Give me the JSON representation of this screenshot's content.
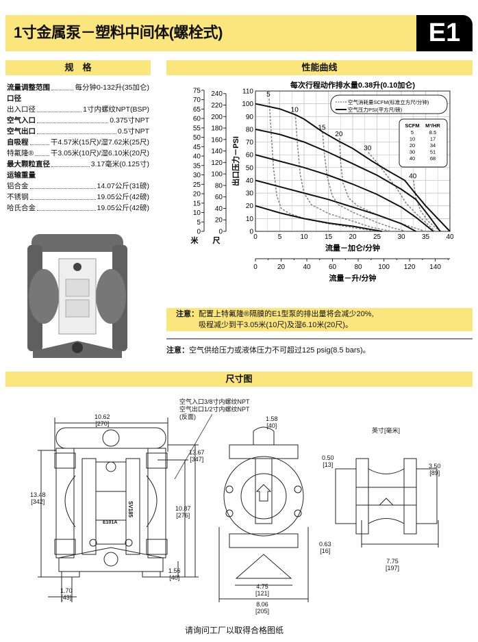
{
  "header": {
    "title": "1寸金属泵－塑料中间体(螺栓式)",
    "badge": "E1"
  },
  "specs": {
    "heading": "规　格",
    "rows": [
      {
        "label": "流量调整范围",
        "value": "每分钟0-132升(35加仑)",
        "bold": true
      },
      {
        "label": "口径",
        "value": "",
        "bold": true,
        "group": true
      },
      {
        "label": "出入口径",
        "value": "1寸内螺纹NPT(BSP)",
        "bold": false
      },
      {
        "label": "空气入口",
        "value": "0.375寸NPT",
        "bold": true
      },
      {
        "label": "空气出口",
        "value": "0.5寸NPT",
        "bold": true
      },
      {
        "label": "自吸程",
        "value": "干4.57米(15尺)/湿7.62米(25尺)",
        "bold": true
      },
      {
        "label": "特氟隆®",
        "value": "干3.05米(10尺)/湿6.10米(20尺)",
        "bold": false
      },
      {
        "label": "最大颗粒直径",
        "value": "3.17毫米(0.125寸)",
        "bold": true
      },
      {
        "label": "运输重量",
        "value": "",
        "bold": true,
        "group": true
      },
      {
        "label": "铝合金",
        "value": "14.07公斤(31磅)",
        "bold": false
      },
      {
        "label": "不锈钢",
        "value": "19.05公斤(42磅)",
        "bold": false
      },
      {
        "label": "哈氏合金",
        "value": "19.05公斤(42磅)",
        "bold": false
      }
    ]
  },
  "performance": {
    "heading": "性能曲线"
  },
  "chart_data": {
    "type": "line",
    "title": "每次行程动作排水量0.38升(0.10加仑)",
    "xlabel": "流量－加仑/分钟",
    "ylabel": "出口压力－PSI",
    "xlim": [
      0,
      40
    ],
    "ylim": [
      0,
      110
    ],
    "xticks": [
      0,
      5,
      10,
      15,
      20,
      25,
      30,
      35,
      40
    ],
    "yticks": [
      0,
      10,
      20,
      30,
      40,
      50,
      60,
      70,
      80,
      90,
      100,
      110
    ],
    "secondary_x": {
      "label": "流量－升/分钟",
      "ticks": [
        0,
        20,
        40,
        60,
        80,
        100,
        120,
        140
      ],
      "lim": [
        0,
        151.4
      ]
    },
    "secondary_y": [
      {
        "unit": "米",
        "ticks": [
          0,
          5,
          10,
          15,
          20,
          25,
          30,
          35,
          40,
          45,
          50,
          55,
          60,
          65,
          70,
          75
        ],
        "lim": [
          0,
          77.5
        ]
      },
      {
        "unit": "尺",
        "ticks": [
          0,
          20,
          40,
          60,
          80,
          100,
          120,
          140,
          160,
          180,
          200,
          220,
          240
        ],
        "lim": [
          0,
          254
        ]
      }
    ],
    "grid": true,
    "legend": {
      "position": "top-right",
      "entries": [
        {
          "label": "空气消耗量SCFM(标准立方尺/分钟)",
          "style": "dashed"
        },
        {
          "label": "空气压力PSI(平方尺/磅)",
          "style": "solid"
        }
      ]
    },
    "conversion_table": {
      "headers": [
        "SCFM",
        "M³/HR"
      ],
      "rows": [
        [
          "5",
          "8.5"
        ],
        [
          "10",
          "17"
        ],
        [
          "20",
          "34"
        ],
        [
          "30",
          "51"
        ],
        [
          "40",
          "68"
        ]
      ]
    },
    "pressure_series": [
      {
        "name": "100 psi",
        "points": [
          [
            0,
            100
          ],
          [
            5,
            96
          ],
          [
            8.2,
            91.5
          ],
          [
            10,
            88
          ],
          [
            13.8,
            78
          ],
          [
            17,
            71
          ],
          [
            20,
            65
          ],
          [
            24,
            55
          ],
          [
            27,
            48
          ],
          [
            30.7,
            40
          ],
          [
            32.6,
            31
          ],
          [
            35,
            20
          ],
          [
            37.5,
            10
          ],
          [
            40,
            0
          ]
        ]
      },
      {
        "name": "80 psi",
        "points": [
          [
            0,
            80
          ],
          [
            5,
            76
          ],
          [
            10,
            70
          ],
          [
            15,
            62
          ],
          [
            20,
            53
          ],
          [
            25,
            44
          ],
          [
            30,
            33
          ],
          [
            33,
            25
          ],
          [
            35.5,
            13
          ],
          [
            38,
            0
          ]
        ]
      },
      {
        "name": "60 psi",
        "points": [
          [
            0,
            60
          ],
          [
            5,
            55
          ],
          [
            10,
            50
          ],
          [
            15,
            44
          ],
          [
            20,
            37
          ],
          [
            25,
            29
          ],
          [
            30,
            19
          ],
          [
            33,
            11
          ],
          [
            36.6,
            0
          ]
        ]
      },
      {
        "name": "40 psi",
        "points": [
          [
            0,
            40
          ],
          [
            5,
            35
          ],
          [
            10,
            30
          ],
          [
            15,
            25
          ],
          [
            20,
            19
          ],
          [
            25,
            13
          ],
          [
            30,
            6
          ],
          [
            33,
            0
          ]
        ]
      },
      {
        "name": "20 psi",
        "points": [
          [
            0,
            20
          ],
          [
            5,
            14.5
          ],
          [
            10,
            10
          ],
          [
            15,
            6.5
          ],
          [
            20,
            4
          ],
          [
            23,
            2
          ],
          [
            26,
            0
          ]
        ]
      }
    ],
    "air_series": [
      {
        "name": "5",
        "points": [
          [
            2.8,
            104
          ],
          [
            3.2,
            80
          ],
          [
            3.7,
            50
          ],
          [
            4.4,
            28
          ],
          [
            5.3,
            18
          ],
          [
            7,
            14
          ],
          [
            10,
            10
          ],
          [
            15,
            6
          ],
          [
            20,
            3
          ],
          [
            25,
            0
          ]
        ]
      },
      {
        "name": "10",
        "points": [
          [
            8.2,
            92
          ],
          [
            8.6,
            70
          ],
          [
            9.2,
            45
          ],
          [
            10,
            30
          ],
          [
            11.5,
            21
          ],
          [
            15,
            14
          ],
          [
            20,
            8
          ],
          [
            24,
            3
          ],
          [
            28,
            0
          ]
        ]
      },
      {
        "name": "15",
        "points": [
          [
            13.8,
            78
          ],
          [
            14.2,
            60
          ],
          [
            14.8,
            42
          ],
          [
            15.8,
            28
          ],
          [
            17,
            21
          ],
          [
            20,
            15
          ],
          [
            25,
            7
          ],
          [
            28,
            3
          ],
          [
            31,
            0
          ]
        ]
      },
      {
        "name": "20",
        "points": [
          [
            17.3,
            73
          ],
          [
            17.5,
            55
          ],
          [
            18,
            38
          ],
          [
            19.2,
            26
          ],
          [
            21,
            20
          ],
          [
            25,
            13
          ],
          [
            30,
            6
          ],
          [
            35,
            0
          ]
        ]
      },
      {
        "name": "30",
        "points": [
          [
            23.2,
            62
          ],
          [
            25,
            54
          ],
          [
            27,
            44
          ],
          [
            29,
            34
          ],
          [
            31,
            22
          ],
          [
            33,
            14
          ],
          [
            35,
            7
          ],
          [
            37,
            0
          ]
        ]
      },
      {
        "name": "40",
        "points": [
          [
            32.5,
            40
          ],
          [
            33,
            26
          ],
          [
            34,
            16
          ],
          [
            35.5,
            8
          ],
          [
            37,
            3
          ],
          [
            38.2,
            0
          ]
        ]
      }
    ]
  },
  "notes": {
    "note1_label": "注意：",
    "note1_line1": "配置上特氟隆®隔膜的E1型泵的排出量将会减少20%,",
    "note1_line2": "吸程减少到干3.05米(10尺)及湿6.10米(20尺)。",
    "note2_label": "注意：",
    "note2_text": "空气供给压力或液体压力不可超过125 psig(8.5 bars)。"
  },
  "dimensions": {
    "heading": "尺寸图",
    "callout": [
      "空气入口3/8寸内螺纹NPT",
      "空气出口1/2寸内螺纹NPT",
      "(反面)"
    ],
    "units_label": "英寸[毫米]",
    "front": [
      {
        "in": "10.62",
        "mm": "[270]"
      },
      {
        "in": "13.48",
        "mm": "[342]"
      },
      {
        "in": "13.67",
        "mm": "[347]"
      },
      {
        "in": "10.87",
        "mm": "[276]"
      },
      {
        "in": "1.56",
        "mm": "[40]"
      },
      {
        "in": "1.70",
        "mm": "[43]"
      }
    ],
    "front_marks": [
      "SV185",
      "E101A"
    ],
    "side": [
      {
        "in": "1.58",
        "mm": "[40]"
      },
      {
        "in": "4.75",
        "mm": "[121]"
      },
      {
        "in": "8.06",
        "mm": "[205]"
      }
    ],
    "top": [
      {
        "in": "0.50",
        "mm": "[13]"
      },
      {
        "in": "3.50",
        "mm": "[89]"
      },
      {
        "in": "0.63",
        "mm": "[16]"
      },
      {
        "in": "7.75",
        "mm": "[197]"
      }
    ]
  },
  "footer": "请询问工厂以取得合格图纸"
}
